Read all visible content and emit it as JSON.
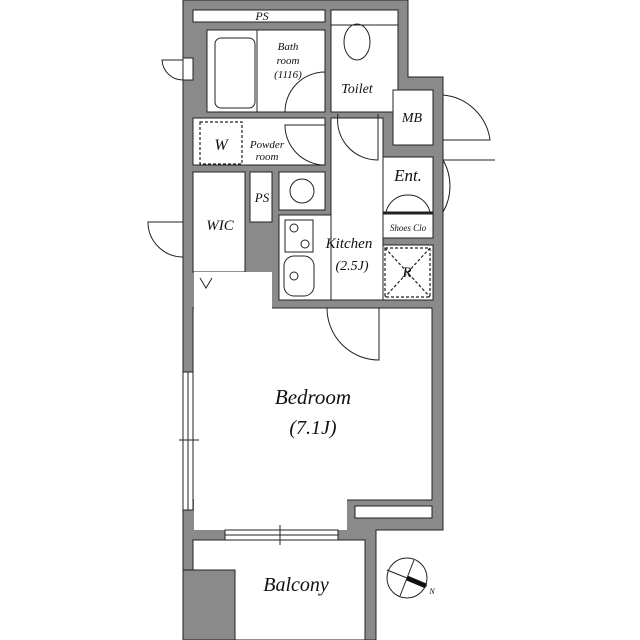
{
  "rooms": {
    "ps_top": "PS",
    "bath_line1": "Bath",
    "bath_line2": "room",
    "bath_line3": "(1116)",
    "toilet": "Toilet",
    "mb": "MB",
    "washer": "W",
    "powder_line1": "Powder",
    "powder_line2": "room",
    "entrance": "Ent.",
    "ps_small": "PS",
    "wic": "WIC",
    "shoes": "Shoes Clo",
    "kitchen": "Kitchen",
    "kitchen_size": "(2.5J)",
    "refrigerator": "R",
    "bedroom": "Bedroom",
    "bedroom_size": "(7.1J)",
    "balcony": "Balcony"
  },
  "compass": {
    "north": "N"
  },
  "colors": {
    "wall": "#8a8a8a"
  }
}
